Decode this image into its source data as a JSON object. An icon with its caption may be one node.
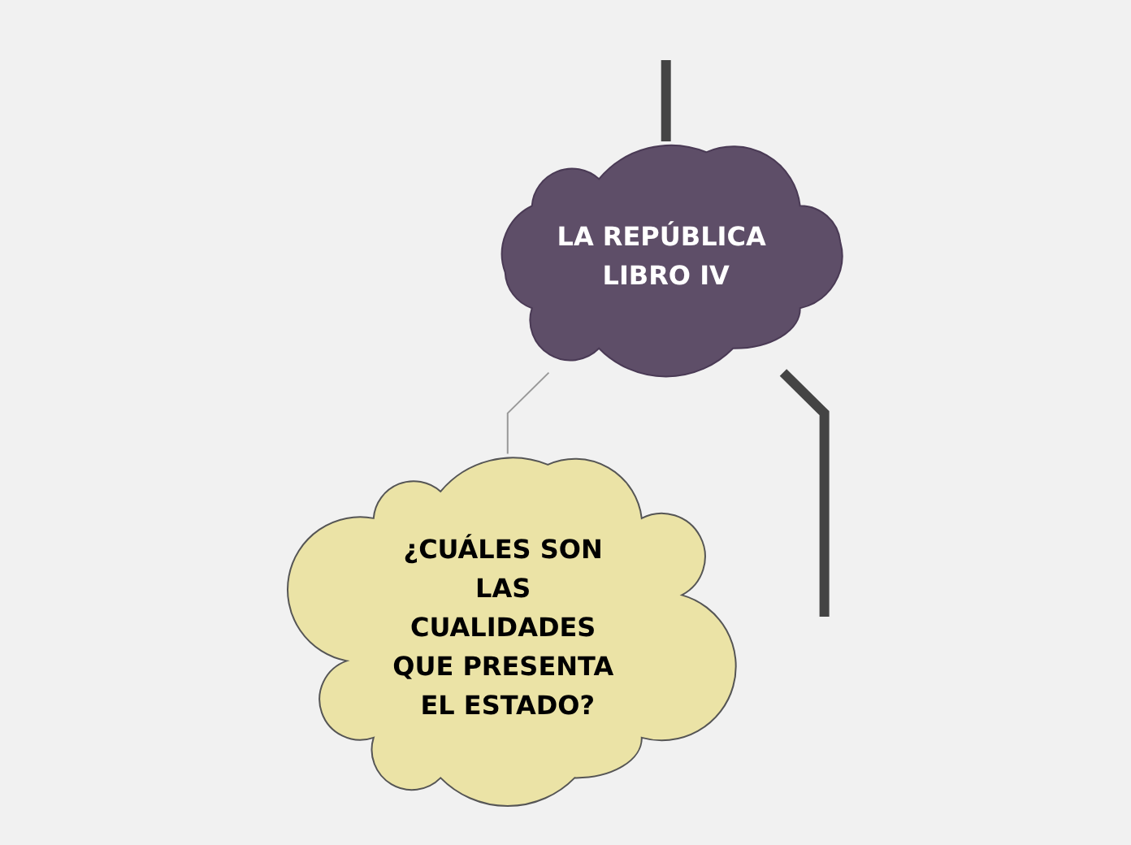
{
  "diagram": {
    "nodes": [
      {
        "text": [
          "LA REPÚBLICA LIBRO IV"
        ]
      },
      {
        "text": [
          "¿CUÁLES SON LAS CUALIDADES QUE PRESENTA EL ESTADO?"
        ]
      }
    ],
    "edges": [
      {
        "from": null,
        "to": 0,
        "arrow": "none"
      },
      {
        "from": 0,
        "to": 1,
        "arrow": "none",
        "color": "#999999"
      },
      {
        "from": 0,
        "to": null,
        "arrow": "none"
      }
    ]
  }
}
